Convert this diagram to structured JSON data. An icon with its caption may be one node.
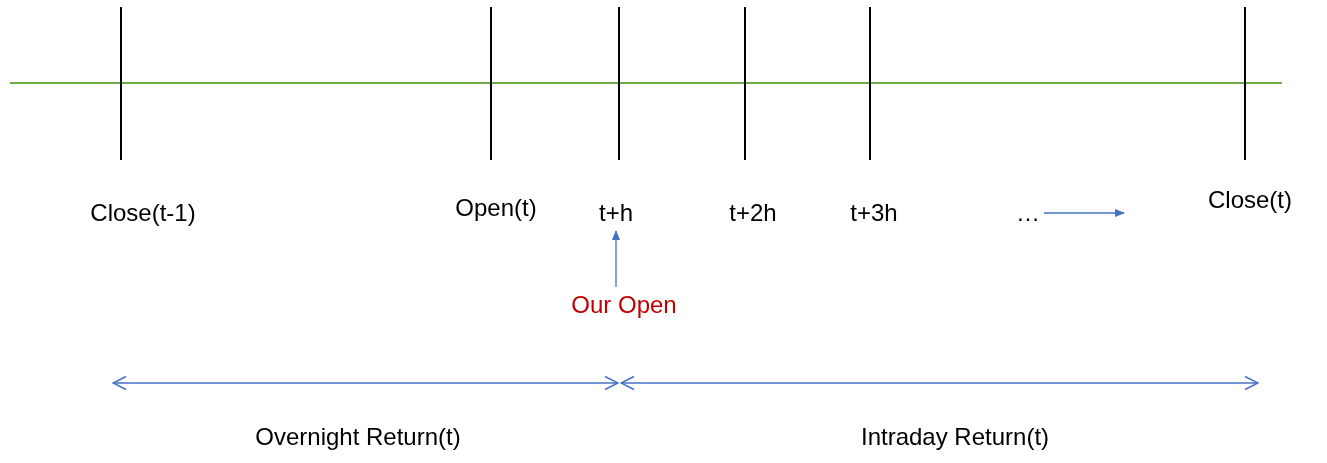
{
  "diagram": {
    "nodes": [
      {
        "text": [
          "Close(t-1)"
        ]
      },
      {
        "text": [
          "Open(t)"
        ]
      },
      {
        "text": [
          "t+h"
        ]
      },
      {
        "text": [
          "t+2h"
        ]
      },
      {
        "text": [
          "t+3h"
        ]
      },
      {
        "text": [
          "…"
        ]
      },
      {
        "text": [
          "Close(t)"
        ]
      },
      {
        "text": [
          "Our Open"
        ]
      }
    ],
    "edges": [
      {
        "from": 7,
        "to": 2,
        "arrow": "to"
      },
      {
        "from": 5,
        "to": null,
        "arrow": "to"
      }
    ],
    "labels": [
      "Overnight Return(t)",
      "Intraday Return(t)"
    ]
  }
}
